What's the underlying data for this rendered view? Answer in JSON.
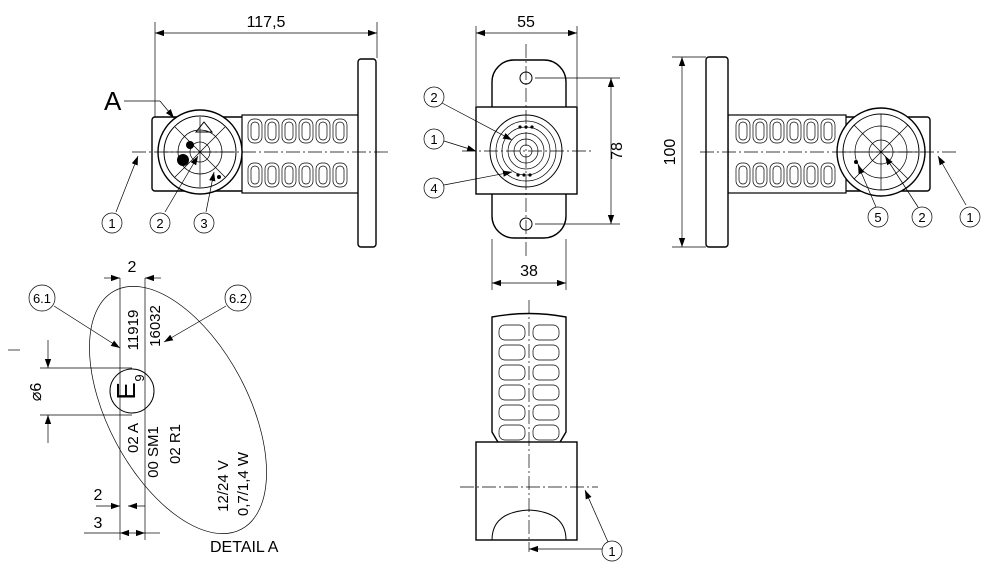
{
  "dimensions": {
    "overall_length": "117,5",
    "width_top": "55",
    "height_center": "78",
    "width_base": "38",
    "height_side": "100",
    "detail_2_top": "2",
    "diameter_6": "⌀6",
    "detail_2_bottom": "2",
    "detail_3": "3"
  },
  "callouts": {
    "c1": "1",
    "c2": "2",
    "c3": "3",
    "c4": "4",
    "c5": "5",
    "c61": "6.1",
    "c62": "6.2"
  },
  "view_label_a": "A",
  "detail_label": "DETAIL A",
  "markings": {
    "code1": "11919",
    "code2": "16032",
    "e_mark": "E",
    "e_number": "9",
    "line1": "02 A",
    "line2": "00 SM1",
    "line3": "02 R1",
    "voltage": "12/24 V",
    "power": "0,7/1,4 W"
  }
}
